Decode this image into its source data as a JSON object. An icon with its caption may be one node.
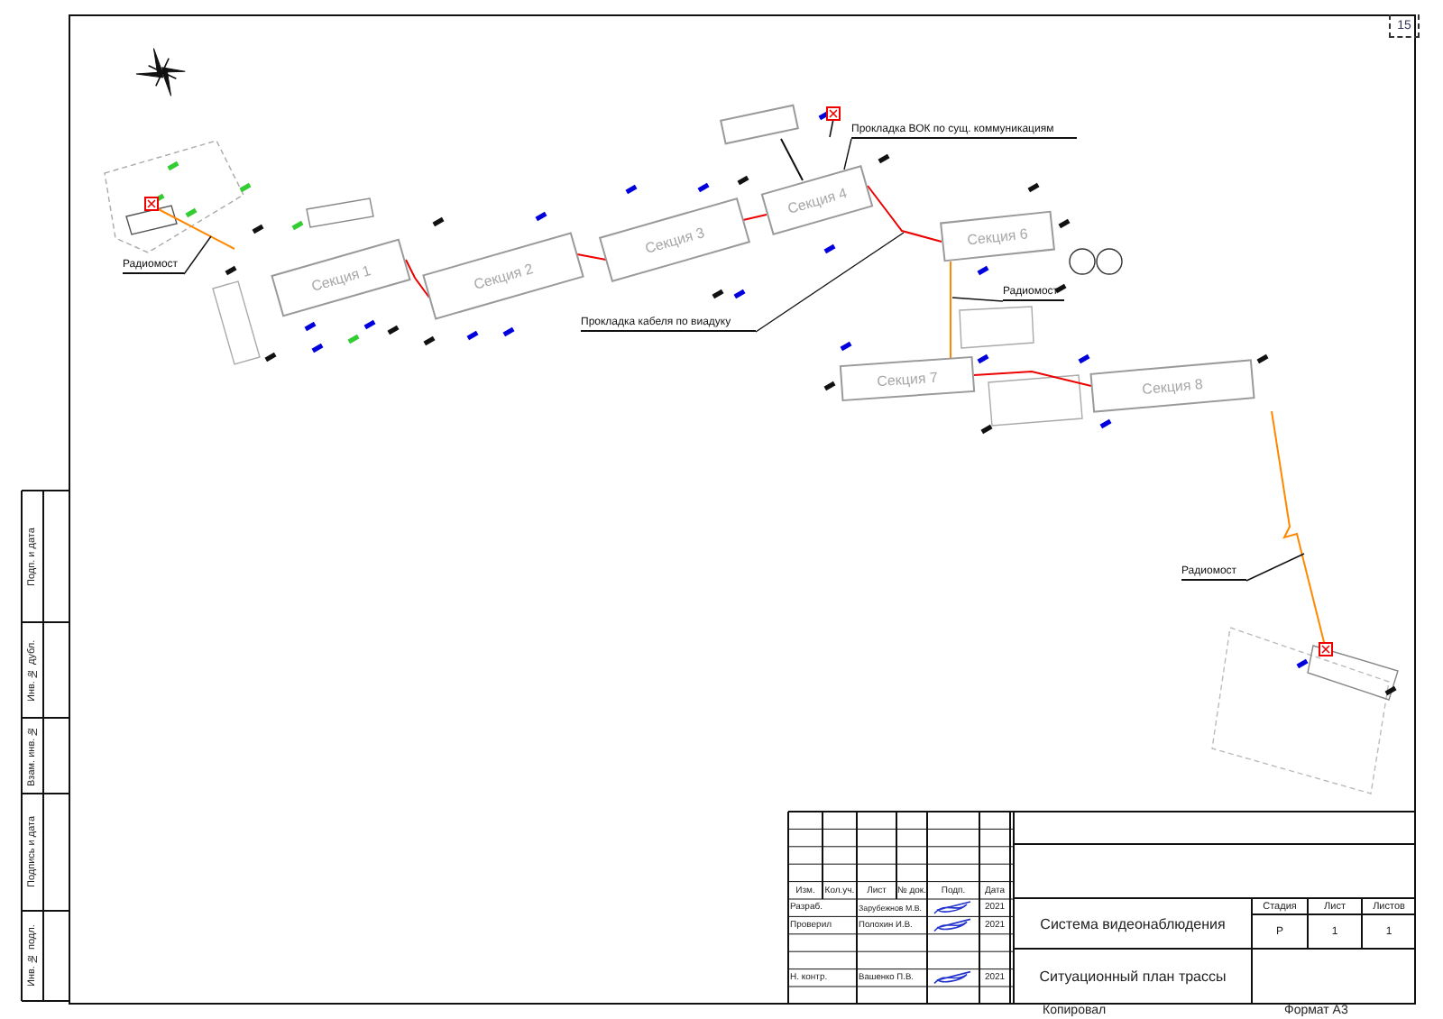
{
  "diagram": {
    "nodes": [
      {
        "text": [
          "Секция 1"
        ]
      },
      {
        "text": [
          "Секция 2"
        ]
      },
      {
        "text": [
          "Секция 3"
        ]
      },
      {
        "text": [
          "Секция 4"
        ]
      },
      {
        "text": [
          "Секция 6"
        ]
      },
      {
        "text": [
          "Секция 7"
        ]
      },
      {
        "text": [
          "Секция 8"
        ]
      },
      {
        "text": [
          "Радиомост"
        ]
      },
      {
        "text": [
          "Прокладка ВОК по сущ. коммуникациям"
        ]
      },
      {
        "text": [
          "Прокладка кабеля по виадуку"
        ]
      },
      {
        "text": [
          "Радиомост"
        ]
      },
      {
        "text": [
          "Радиомост"
        ]
      },
      {
        "text": [],
        "shape": "box"
      }
    ],
    "edges": [
      {
        "from": 7,
        "to": null,
        "arrow": "none"
      },
      {
        "from": 8,
        "to": 3,
        "arrow": "none"
      },
      {
        "from": 9,
        "to": null,
        "arrow": "none"
      },
      {
        "from": 10,
        "to": null,
        "arrow": "none"
      },
      {
        "from": 11,
        "to": null,
        "arrow": "none"
      },
      {
        "from": 0,
        "to": 1,
        "arrow": "none",
        "color": "#ee0000"
      },
      {
        "from": 1,
        "to": 2,
        "arrow": "none",
        "color": "#ee0000"
      },
      {
        "from": 2,
        "to": 3,
        "arrow": "none",
        "color": "#ee0000"
      },
      {
        "from": 3,
        "to": 4,
        "arrow": "none",
        "color": "#ee0000"
      },
      {
        "from": 4,
        "to": 5,
        "arrow": "none",
        "color": "#ff8800"
      },
      {
        "from": 5,
        "to": 6,
        "arrow": "none",
        "color": "#ee0000"
      },
      {
        "from": 3,
        "to": 12,
        "arrow": "none"
      }
    ],
    "labels": [
      "15",
      "Подп. и дата",
      "Инв. № дубл.",
      "Взам. инв. №",
      "Подпись и дата",
      "Инв. № подл.",
      "Изм.",
      "Кол.уч.",
      "Лист",
      "№ док.",
      "Подп.",
      "Дата",
      "Разраб.",
      "Зарубежнов М.В.",
      "2021",
      "Стадия",
      "Лист",
      "Листов",
      "Система видеонаблюдения",
      "Проверил",
      "Полохин И.В.",
      "2021",
      "Р",
      "1",
      "1",
      "Ситуационный план трассы",
      "Н. контр.",
      "Вашенко П.В.",
      "2021",
      "Копировал",
      "Формат А3"
    ]
  }
}
